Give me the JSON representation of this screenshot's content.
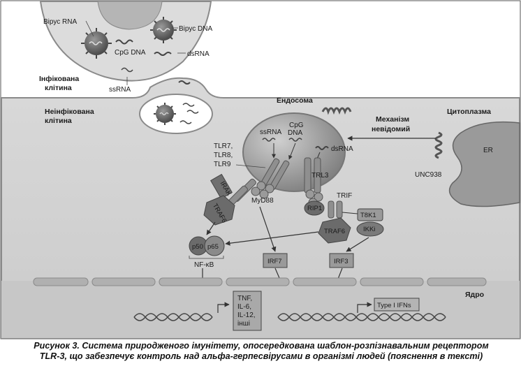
{
  "labels": {
    "virus_rna": "Вірус RNA",
    "virus_dna": "Вірус DNA",
    "cpg_dna_top": "CpG DNA",
    "dsrna_top": "dsRNA",
    "ssrna_top": "ssRNA",
    "infected_cell_1": "Інфікована",
    "infected_cell_2": "клітина",
    "uninfected_cell_1": "Неінфікована",
    "uninfected_cell_2": "клітина",
    "endosome": "Ендосома",
    "mechanism_1": "Механізм",
    "mechanism_2": "невідомий",
    "cytoplasm": "Цитоплазма",
    "er": "ER",
    "unc938": "UNC938",
    "tlr_1": "TLR7,",
    "tlr_2": "TLR8,",
    "tlr_3": "TLR9",
    "ssrna_endo": "ssRNA",
    "cpg_endo_1": "CpG",
    "cpg_endo_2": "DNA",
    "dsrna_endo": "dsRNA",
    "trl3": "TRL3",
    "irak": "IRAK",
    "traf6_left": "TRAF6",
    "myd88": "MyD88",
    "trif": "TRIF",
    "rip1": "RIP1",
    "t8k1": "T8K1",
    "ikki": "IKKi",
    "traf6_right": "TRAF6",
    "p50": "p50",
    "p65": "p65",
    "nfkb": "NF-κB",
    "irf7": "IRF7",
    "irf3": "IRF3",
    "nucleus": "Ядро",
    "tnf": "TNF,",
    "il6": "IL-6,",
    "il12": "IL-12,",
    "others": "інші",
    "type1_ifns": "Type I IFNs"
  },
  "caption_line1": "Рисунок 3. Система природженого імунітету, опосередкована шаблон-розпізнавальним рецептором",
  "caption_line2": "TLR-3, що забезпечує контроль над альфа-герпесвірусами в організмі людей (пояснення в тексті)",
  "colors": {
    "cytoplasm": "#d4d4d4",
    "cell_outline": "#8a8a8a",
    "receptor": "#8f8f8f",
    "dark_protein": "#6b6b6b",
    "virus": "#5a5a5a"
  }
}
